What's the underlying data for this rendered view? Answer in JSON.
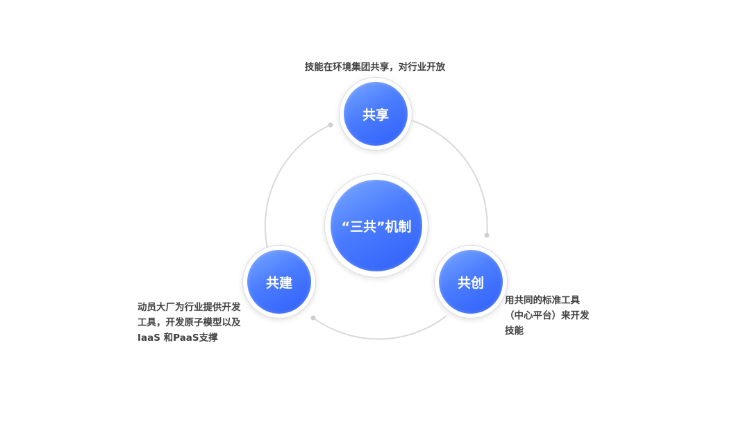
{
  "center": {
    "label": "“三共”机制"
  },
  "nodes": {
    "top": {
      "label": "共享",
      "description": "技能在环境集团共享，对行业开放"
    },
    "left": {
      "label": "共建",
      "description": "动员大厂为行业提供开发\n工具，开发原子模型以及\nIaaS 和PaaS支撑"
    },
    "right": {
      "label": "共创",
      "description": "用共同的标准工具\n（中心平台）来开发\n技能"
    }
  },
  "colors": {
    "node_gradient_start": "#7aa8ff",
    "node_gradient_end": "#2f5ff8",
    "ring": "#d9d9d9",
    "text": "#404040"
  }
}
